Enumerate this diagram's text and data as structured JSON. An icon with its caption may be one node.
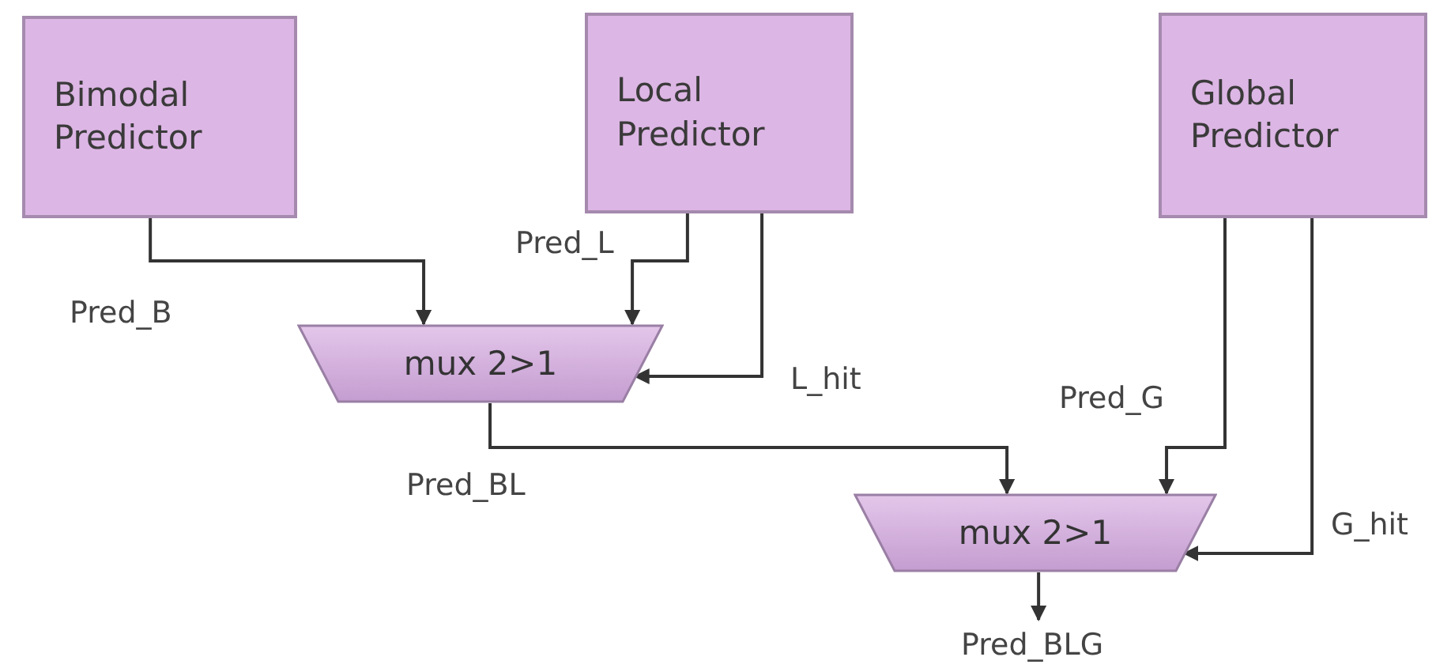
{
  "diagram": {
    "nodes": [
      {
        "text": [
          "Bimodal Predictor"
        ]
      },
      {
        "text": [
          "Local Predictor"
        ]
      },
      {
        "text": [
          "Global Predictor"
        ]
      },
      {
        "text": [
          "mux 2>1"
        ]
      },
      {
        "text": [
          "mux 2>1"
        ]
      }
    ],
    "edges": [
      {
        "from": 0,
        "to": 3,
        "arrow": "to",
        "label": "Pred_B"
      },
      {
        "from": 1,
        "to": 3,
        "arrow": "to",
        "label": "Pred_L"
      },
      {
        "from": 1,
        "to": 3,
        "arrow": "to",
        "label": "L_hit"
      },
      {
        "from": 3,
        "to": 4,
        "arrow": "to",
        "label": "Pred_BL"
      },
      {
        "from": 2,
        "to": 4,
        "arrow": "to",
        "label": "Pred_G"
      },
      {
        "from": 2,
        "to": 4,
        "arrow": "to",
        "label": "G_hit"
      },
      {
        "from": 4,
        "to": null,
        "arrow": "to",
        "label": "Pred_BLG"
      }
    ]
  }
}
